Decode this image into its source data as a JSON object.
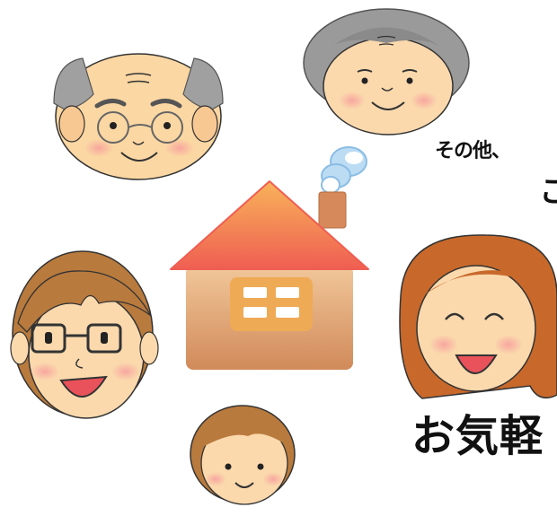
{
  "texts": {
    "caption_partial": "その他、",
    "caption_big_partial": "こ",
    "tagline_partial": "お気軽"
  },
  "characters": [
    {
      "name": "grandfather-face-icon"
    },
    {
      "name": "grandmother-face-icon"
    },
    {
      "name": "father-face-icon"
    },
    {
      "name": "mother-face-icon"
    },
    {
      "name": "child-face-icon"
    },
    {
      "name": "house-icon"
    }
  ],
  "colors": {
    "skin": "#fbd9ad",
    "skin_light": "#ffe6c2",
    "cheek": "#f5a3a0",
    "gray_hair": "#9b9b9b",
    "brown_hair": "#b97a3d",
    "orange_hair": "#c8692b",
    "roof": "#ef6250",
    "house_wall": "#d99b6a",
    "window": "#efaa55",
    "smoke": "#a9d0ee",
    "outline": "#222222"
  }
}
